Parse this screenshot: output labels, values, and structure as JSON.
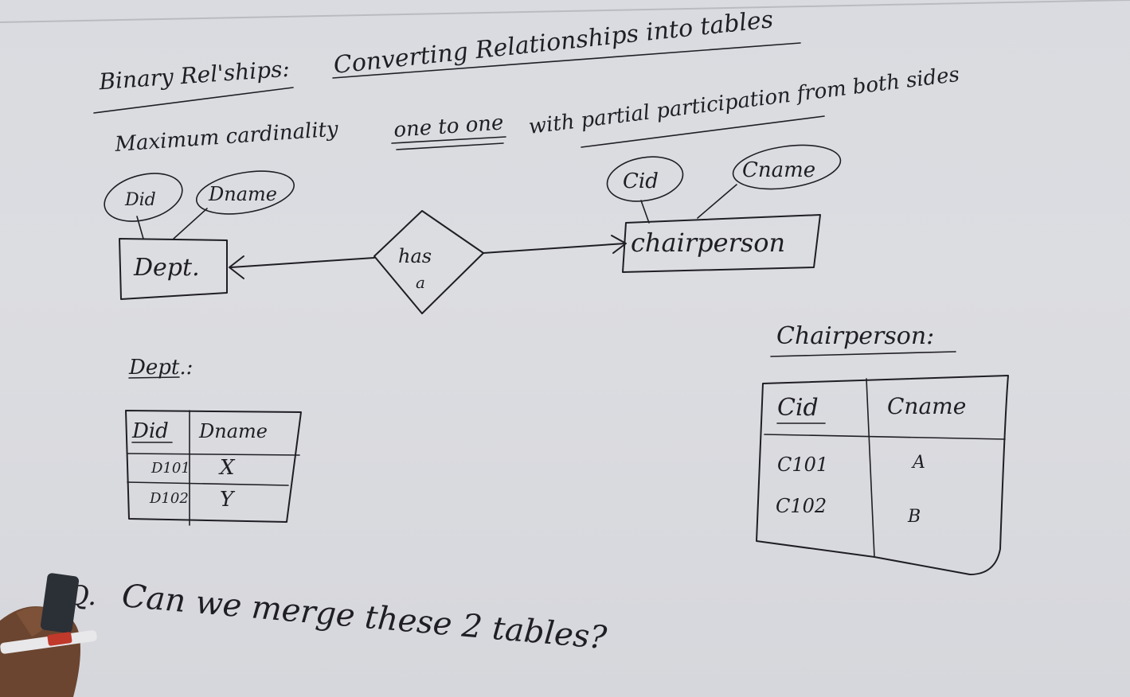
{
  "heading": {
    "prefix": "Binary Rel'ships:",
    "title": "Converting Relationships into tables"
  },
  "subheading": {
    "part1": "Maximum cardinality",
    "highlight": "one to one",
    "part2": "with partial participation from both sides"
  },
  "er_diagram": {
    "entity_left": {
      "label": "Dept.",
      "attributes": [
        "Did",
        "Dname"
      ]
    },
    "relationship": {
      "line1": "has",
      "line2": "a"
    },
    "entity_right": {
      "label": "chairperson",
      "attributes": [
        "Cid",
        "Cname"
      ]
    }
  },
  "dept_table": {
    "caption": "Dept.:",
    "headers": [
      "Did",
      "Dname"
    ],
    "rows": [
      [
        "D101",
        "X"
      ],
      [
        "D102",
        "Y"
      ]
    ]
  },
  "chair_table": {
    "caption": "Chairperson:",
    "headers": [
      "Cid",
      "Cname"
    ],
    "rows": [
      [
        "C101",
        "A"
      ],
      [
        "C102",
        "B"
      ]
    ]
  },
  "question": {
    "marker": "Q.",
    "text": "Can we merge these 2 tables?"
  },
  "colors": {
    "board": "#d9dbe0",
    "ink": "#1e1e24",
    "marker_red": "#c0392b"
  }
}
